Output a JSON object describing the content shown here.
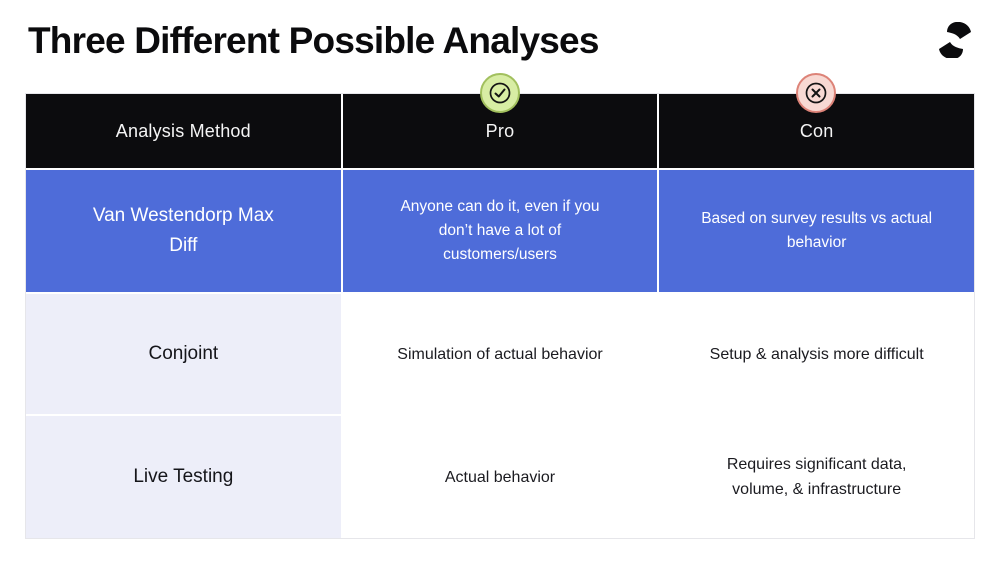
{
  "slide": {
    "title": "Three Different Possible Analyses",
    "logo": "reforge-mark"
  },
  "colors": {
    "header_bg": "#0c0c0e",
    "highlight_row_bg": "#4e6cd9",
    "method_column_bg": "#edeef9",
    "pro_icon_fill": "#d8eda4",
    "pro_icon_ring": "#a2c05e",
    "con_icon_fill": "#f8d9d3",
    "con_icon_ring": "#dd8378"
  },
  "table": {
    "columns": [
      {
        "label": "Analysis Method"
      },
      {
        "label": "Pro",
        "icon": "check-circle-icon"
      },
      {
        "label": "Con",
        "icon": "x-circle-icon"
      }
    ],
    "rows": [
      {
        "method": "Van Westendorp Max Diff",
        "pro": "Anyone can do it, even if you don’t have a lot of customers/users",
        "con": "Based on survey results vs actual behavior"
      },
      {
        "method": "Conjoint",
        "pro": "Simulation of actual behavior",
        "con": "Setup & analysis more difficult"
      },
      {
        "method": "Live Testing",
        "pro": "Actual behavior",
        "con": "Requires significant data, volume, & infrastructure"
      }
    ]
  }
}
